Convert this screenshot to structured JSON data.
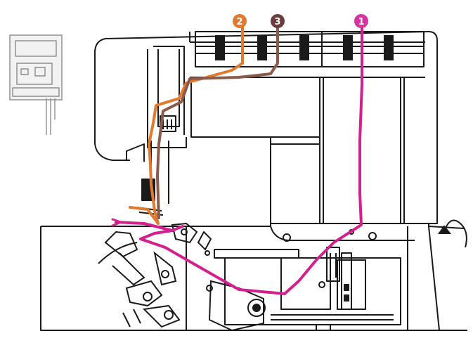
{
  "badges": [
    {
      "label": "1",
      "color": "#d6339e"
    },
    {
      "label": "2",
      "color": "#e07a2f"
    },
    {
      "label": "3",
      "color": "#6b3b3f"
    }
  ],
  "threads": [
    {
      "badge": "1",
      "color": "#d41f8f",
      "name": "lower-looper-thread"
    },
    {
      "badge": "2",
      "color": "#e07a2f",
      "name": "needle-thread-2"
    },
    {
      "badge": "3",
      "color": "#8a5a4a",
      "name": "needle-thread-3"
    }
  ],
  "colors": {
    "line": "#1a1a1a",
    "machine_fill": "#ffffff",
    "thumb": "#7a7a7a"
  },
  "icons": [
    "presser-foot-thumbnail-icon",
    "rotation-arrow-icon",
    "spool-pin-icon"
  ]
}
